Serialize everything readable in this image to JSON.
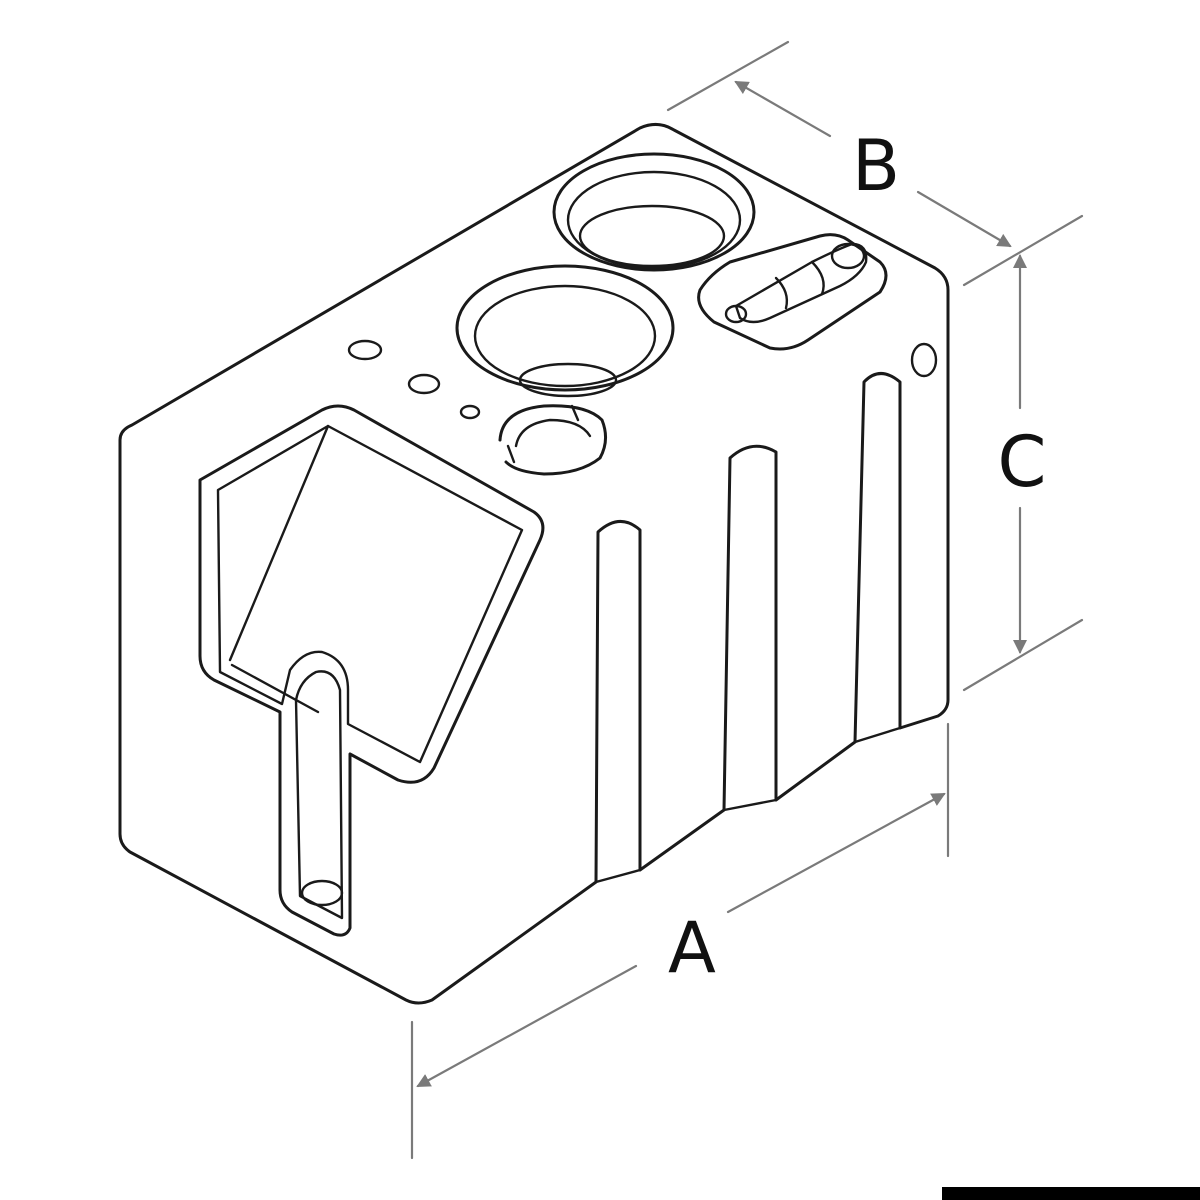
{
  "dimensions": {
    "a_label": "A",
    "b_label": "B",
    "c_label": "C"
  },
  "colors": {
    "outline": "#1a1a1a",
    "dimension_line": "#7a7a7a",
    "label": "#111111",
    "background": "#ffffff"
  }
}
